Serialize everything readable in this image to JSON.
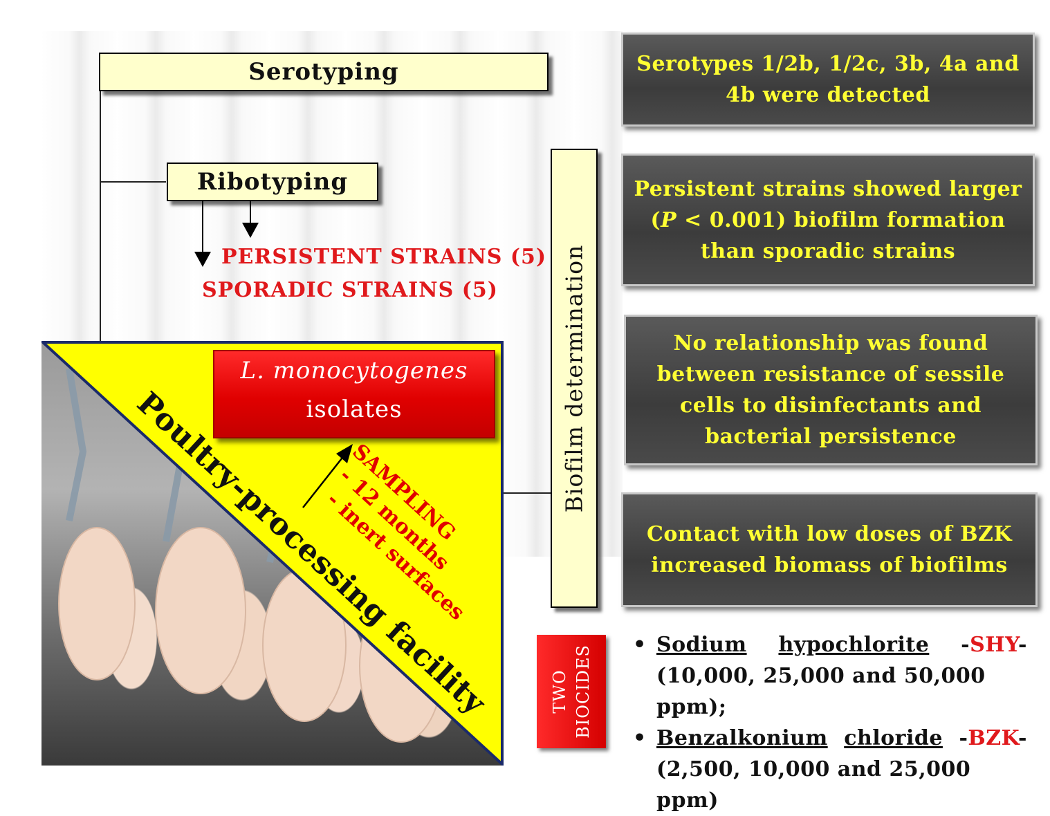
{
  "serotyping_label": "Serotyping",
  "ribotyping_label": "Ribotyping",
  "persistent_strains": "PERSISTENT STRAINS (5)",
  "sporadic_strains": "SPORADIC STRAINS (5)",
  "biofilm_label": "Biofilm determination",
  "isolates": {
    "species": "L. monocytogenes",
    "word": "isolates"
  },
  "facility_label": "Poultry-processing facility",
  "sampling": {
    "title": "SAMPLING",
    "line1": "- 12 months",
    "line2": "- inert surfaces"
  },
  "results": [
    {
      "line1": "Serotypes 1/2b, 1/2c, 3b, 4a and",
      "line2": "4b were detected"
    },
    {
      "line1": "Persistent strains showed larger",
      "line2_pre": "(",
      "line2_p": "P",
      "line2_post": " < 0.001) biofilm formation",
      "line3": "than sporadic strains"
    },
    {
      "line1": "No relationship was found",
      "line2": "between resistance of sessile",
      "line3": "cells to disinfectants and",
      "line4": "bacterial persistence"
    },
    {
      "line1": "Contact with low doses of BZK",
      "line2": "increased biomass of biofilms"
    }
  ],
  "biocides_tag": {
    "line1": "TWO",
    "line2": "BIOCIDES"
  },
  "biocides": [
    {
      "bullet": "•",
      "name_a": "Sodium",
      "name_b": "hypochlorite",
      "code_pre": "-",
      "code": "SHY",
      "code_post": "-",
      "doses": "(10,000, 25,000 and 50,000 ppm);"
    },
    {
      "bullet": "•",
      "name_a": "Benzalkonium",
      "name_b": "chloride",
      "code_pre": "-",
      "code": "BZK",
      "code_post": "-",
      "doses": "(2,500, 10,000 and 25,000 ppm)"
    }
  ],
  "colors": {
    "accent_red": "#e0191c",
    "result_text": "#ffff33",
    "triangle_yellow": "#ffff00",
    "box_fill": "#ffffcc"
  }
}
